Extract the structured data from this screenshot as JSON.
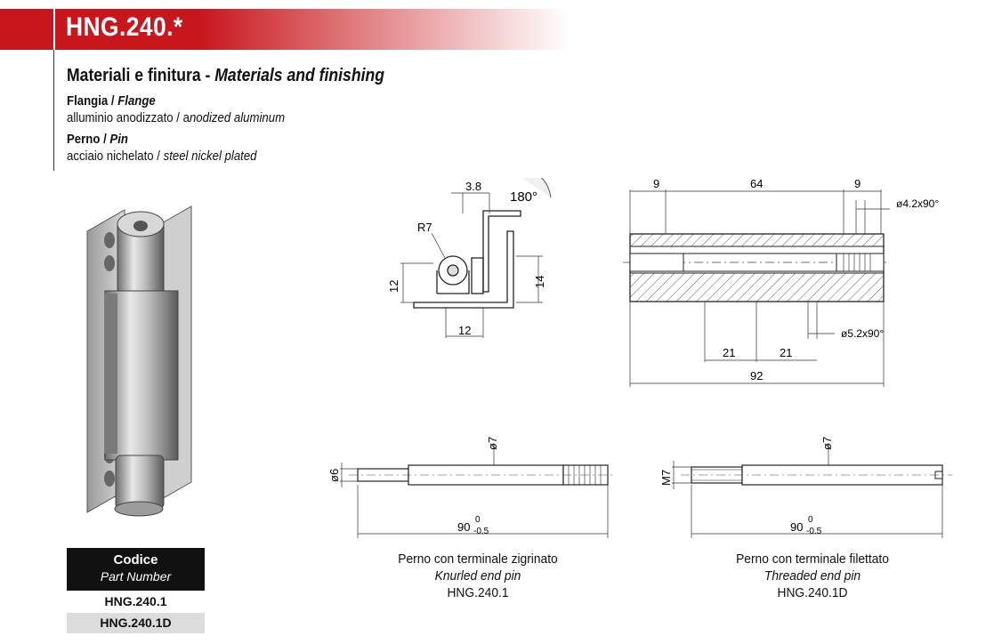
{
  "header": {
    "title": "HNG.240.*"
  },
  "materials": {
    "heading_it": "Materiali e finitura - ",
    "heading_en": "Materials and finishing",
    "flange": {
      "label_it": "Flangia / ",
      "label_en": "Flange",
      "text_it": "alluminio anodizzato / a",
      "text_en": "nodized aluminum"
    },
    "pin": {
      "label_it": "Perno / ",
      "label_en": "Pin",
      "text_it": "acciaio nichelato / ",
      "text_en": "steel nickel plated"
    }
  },
  "side_view": {
    "dim_top": "3.8",
    "rotation": "180°",
    "radius": "R7",
    "dim_left": "12",
    "dim_right": "14",
    "dim_bottom": "12"
  },
  "section_view": {
    "dim_left": "9",
    "dim_mid": "64",
    "dim_right": "9",
    "hole_top": "ø4.2x90°",
    "hole_bottom": "ø5.2x90°",
    "dim_a": "21",
    "dim_b": "21",
    "dim_total": "92"
  },
  "pins": {
    "knurled": {
      "dia_left": "ø6",
      "dia_top": "ø7",
      "length": "90",
      "tol_upper": "0",
      "tol_lower": "-0.5",
      "caption_it": "Perno con terminale zigrinato",
      "caption_en": "Knurled end pin",
      "code": "HNG.240.1"
    },
    "threaded": {
      "dia_left": "M7",
      "dia_top": "ø7",
      "length": "90",
      "tol_upper": "0",
      "tol_lower": "-0.5",
      "caption_it": "Perno con terminale filettato",
      "caption_en": "Threaded end pin",
      "code": "HNG.240.1D"
    }
  },
  "codes_table": {
    "header_it": "Codice",
    "header_en": "Part Number",
    "rows": [
      "HNG.240.1",
      "HNG.240.1D"
    ]
  },
  "colors": {
    "accent": "#c8161d",
    "row_alt": "#dcdcdc"
  }
}
